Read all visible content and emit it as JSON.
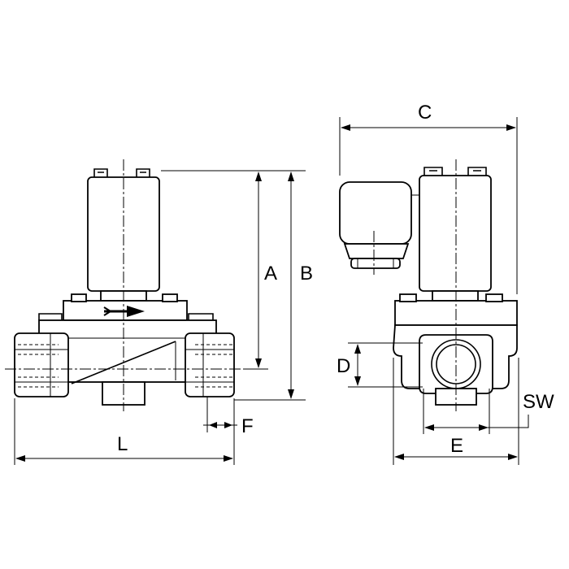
{
  "labels": {
    "A": "A",
    "B": "B",
    "C": "C",
    "D": "D",
    "E": "E",
    "F": "F",
    "L": "L",
    "SW": "SW"
  },
  "colors": {
    "line": "#000000",
    "background": "#ffffff"
  }
}
